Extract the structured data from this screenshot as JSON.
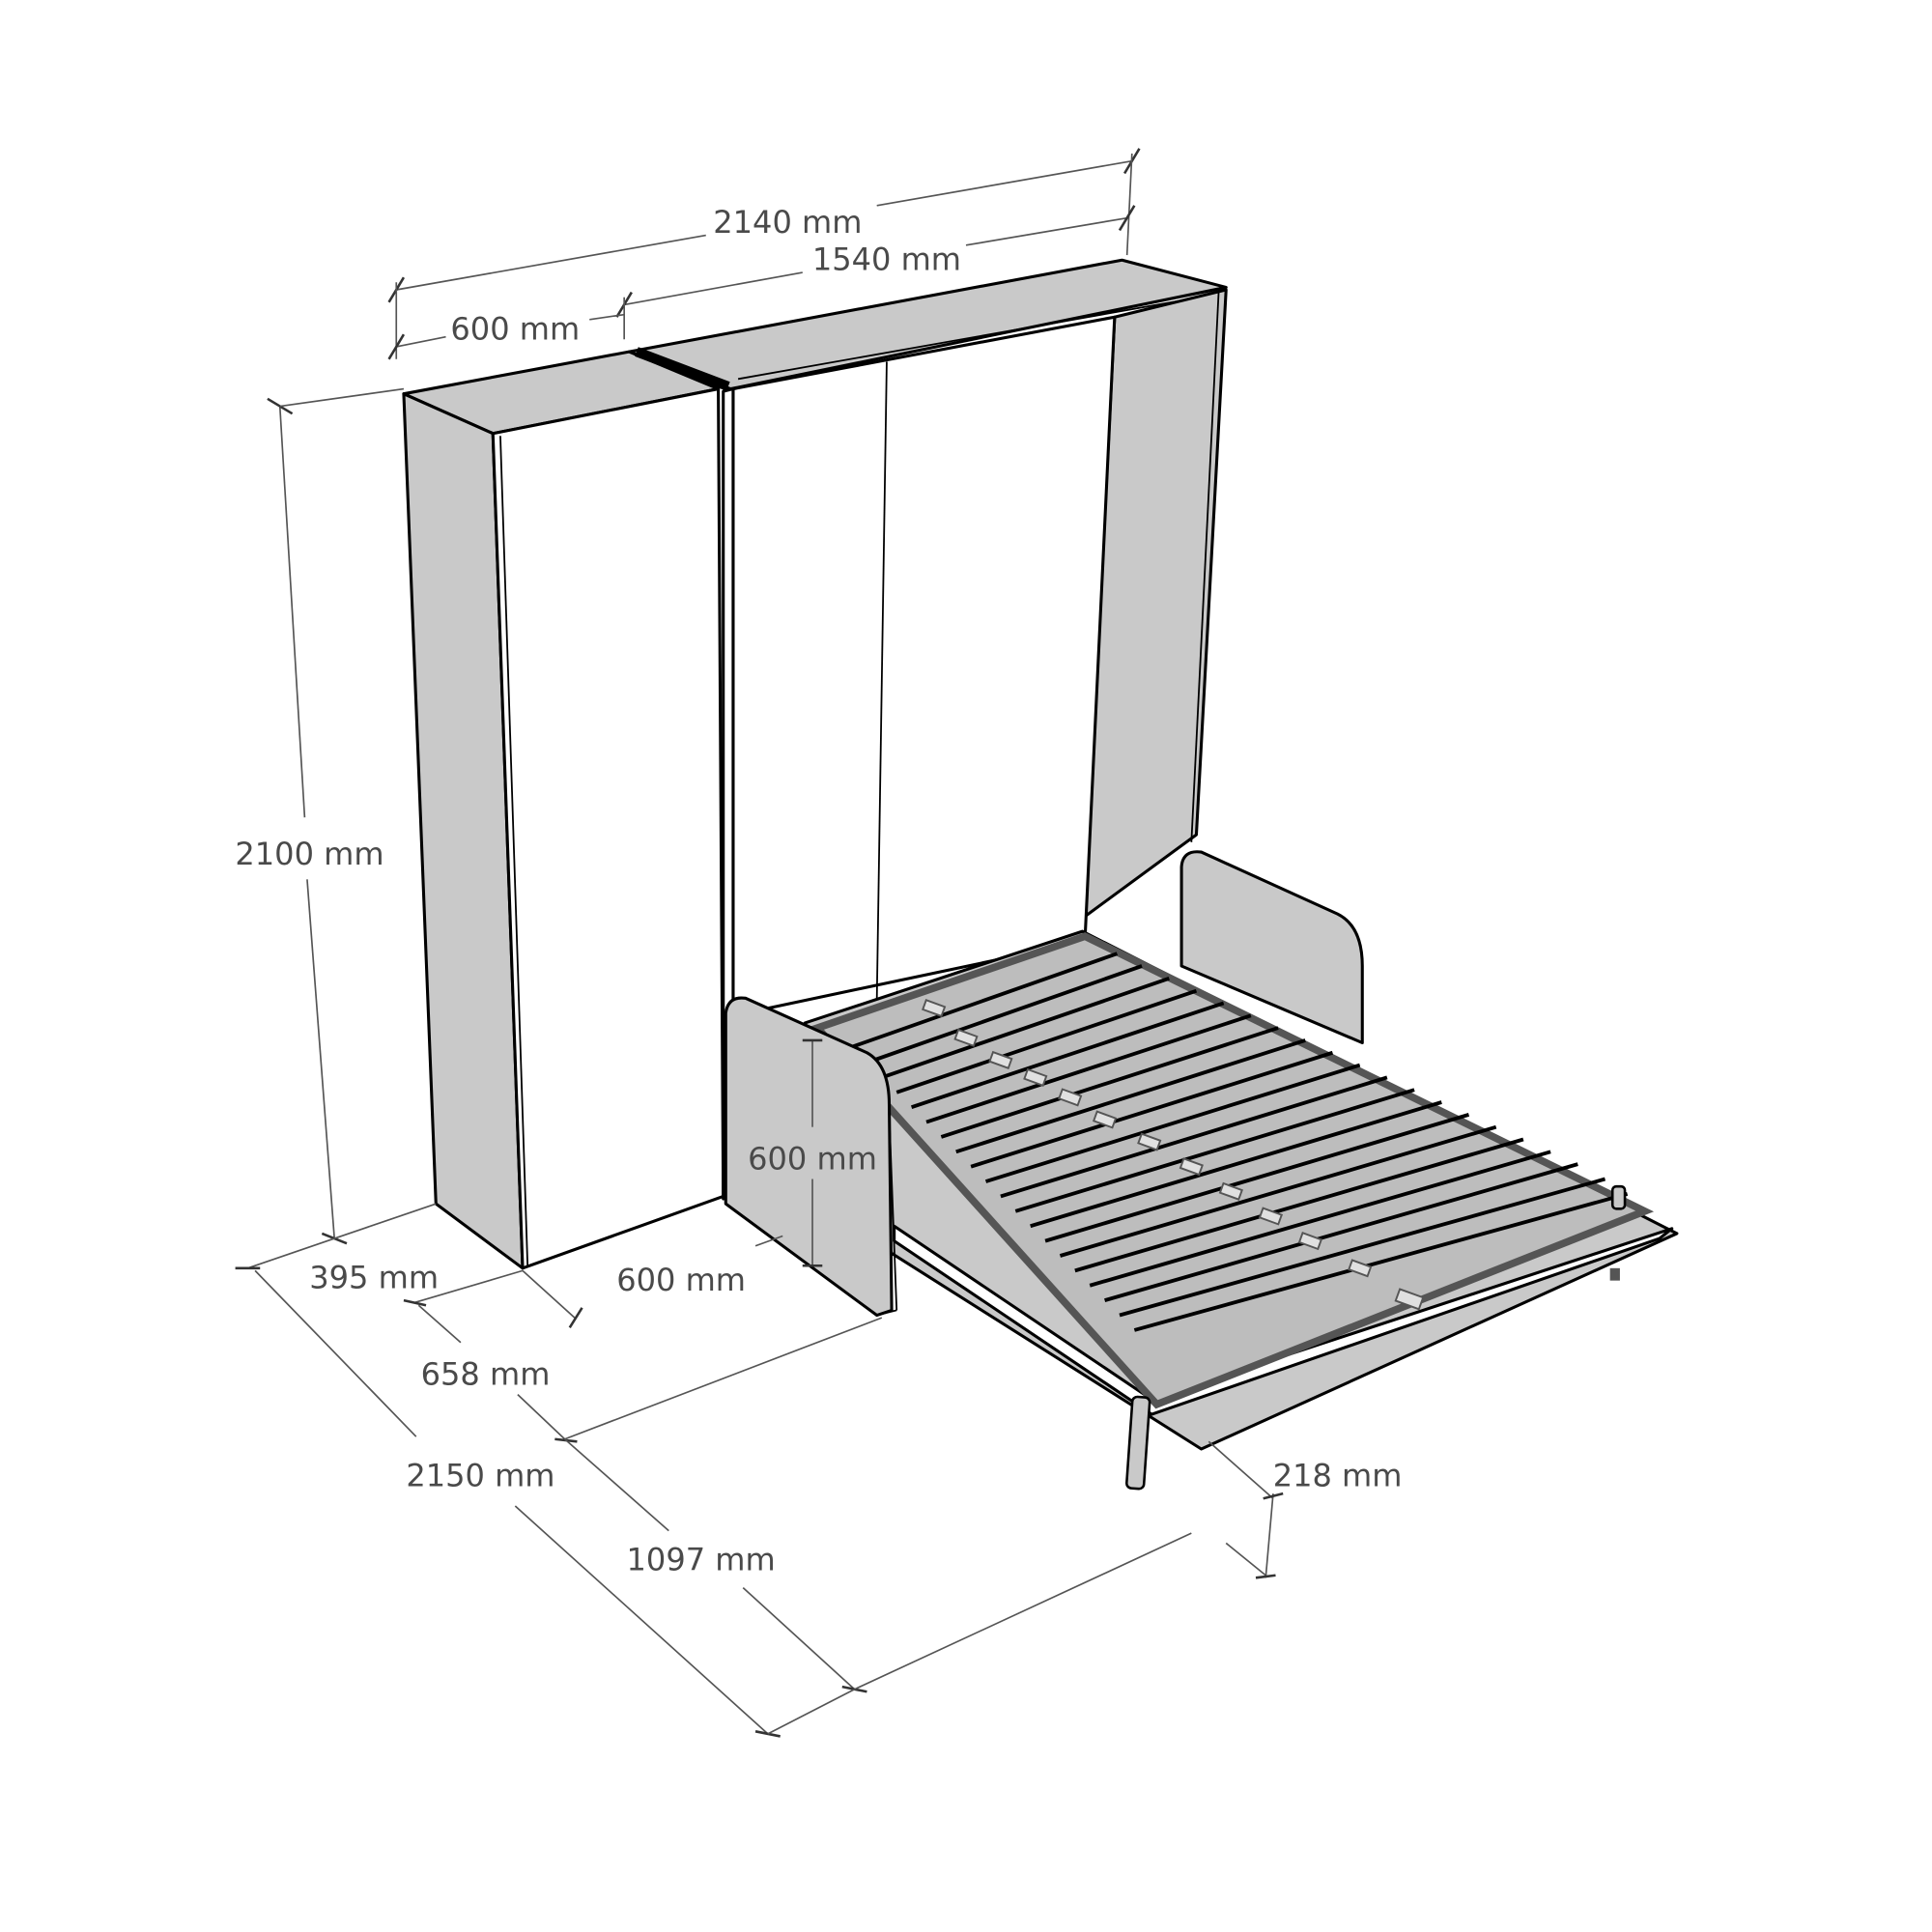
{
  "drawing": {
    "subject": "Wall bed with side cabinet (isometric dimension drawing)",
    "colors": {
      "background": "#ffffff",
      "panel_fill": "#c9c9c9",
      "front_fill": "#ffffff",
      "outline": "#000000",
      "dimension_text": "#4a4a4a",
      "slat_fill": "#bdbdbd"
    }
  },
  "dimensions": {
    "total_width": "2140 mm",
    "bed_unit_width": "1540 mm",
    "cabinet_width_top": "600 mm",
    "height": "2100 mm",
    "cabinet_depth": "395 mm",
    "sofa_side_height": "600 mm",
    "sofa_side_depth": "600 mm",
    "unit_depth_with_sofa": "658 mm",
    "total_depth_open": "2150 mm",
    "bed_open_projection": "1097 mm",
    "bed_floor_clearance": "218 mm"
  }
}
